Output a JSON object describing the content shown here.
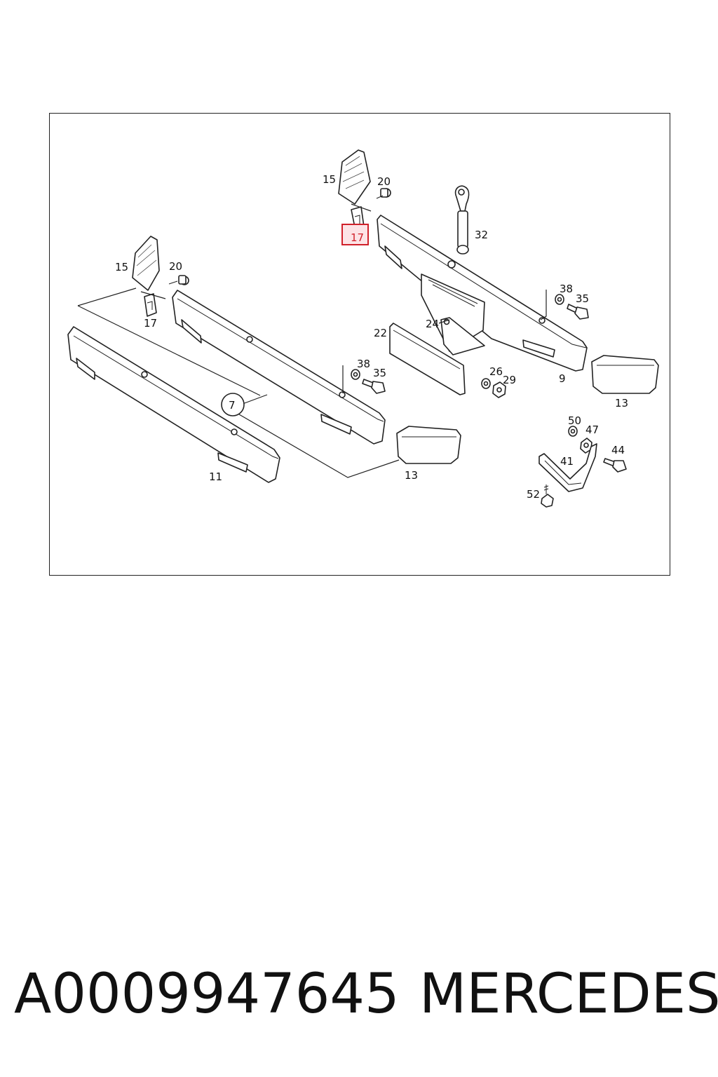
{
  "diagram": {
    "callouts": {
      "c15a": "15",
      "c20a": "20",
      "c17a": "17",
      "c32": "32",
      "c15b": "15",
      "c20b": "20",
      "c17b": "17",
      "c38a": "38",
      "c35a": "35",
      "c24": "24",
      "c22": "22",
      "c38b": "38",
      "c35b": "35",
      "c26": "26",
      "c29": "29",
      "c9": "9",
      "c13a": "13",
      "c7": "7",
      "c50": "50",
      "c47": "47",
      "c44": "44",
      "c41": "41",
      "c11": "11",
      "c13b": "13",
      "c52": "52"
    },
    "highlighted_callout": "17",
    "highlight_color": "#d0202a"
  },
  "footer": {
    "part_number": "A0009947645",
    "brand": "MERCEDES"
  }
}
